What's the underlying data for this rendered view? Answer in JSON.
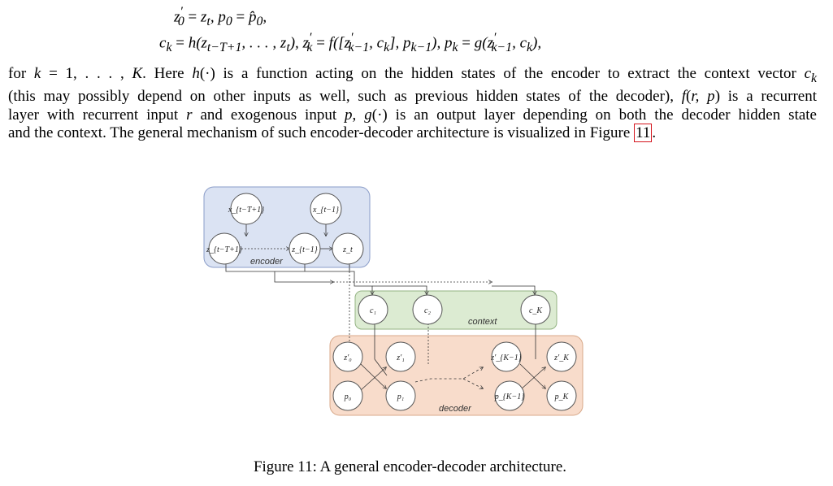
{
  "equations": {
    "eq1": "z′₀ = z_t , p₀ = p̂₀,",
    "eq2": "c_k = h(z_{t−T+1}, . . . , z_t), z′_k = f([z′_{k−1}, c_k], p_{k−1}), p_k = g(z′_{k−1}, c_k),"
  },
  "paragraph": {
    "line1": "for k = 1, . . . , K. Here h(·) is a function acting on the hidden states of the encoder to extract the context vector c_k",
    "line2": "(this may possibly depend on other inputs as well, such as previous hidden states of the decoder), f(r, p) is a recurrent",
    "line3": "layer with recurrent input r and exogenous input p, g(·) is an output layer depending on both the decoder hidden state",
    "line4_text": "and the context. The general mechanism of such encoder-decoder architecture is visualized in Figure ",
    "figure_ref": "11",
    "line4_end": "."
  },
  "diagram": {
    "encoder_label": "encoder",
    "context_label": "context",
    "decoder_label": "decoder",
    "nodes": {
      "x_t_T1": "x_{t−T+1}",
      "x_t_1": "x_{t−1}",
      "z_t_T1": "z_{t−T+1}",
      "z_t_1": "z_{t−1}",
      "z_t": "z_t",
      "c1": "c₁",
      "c2": "c₂",
      "cK": "c_K",
      "z0p": "z′₀",
      "z1p": "z′₁",
      "zK1p": "z′_{K−1}",
      "zKp": "z′_K",
      "p0": "p₀",
      "p1": "p₁",
      "pK1": "p_{K−1}",
      "pK": "p_K"
    },
    "colors": {
      "encoder_fill": "#dbe3f3",
      "encoder_stroke": "#8a9cc8",
      "context_fill": "#dcebd2",
      "context_stroke": "#93b383",
      "decoder_fill": "#f8dccb",
      "decoder_stroke": "#d8a98a"
    }
  },
  "caption": "Figure 11: A general encoder-decoder architecture."
}
